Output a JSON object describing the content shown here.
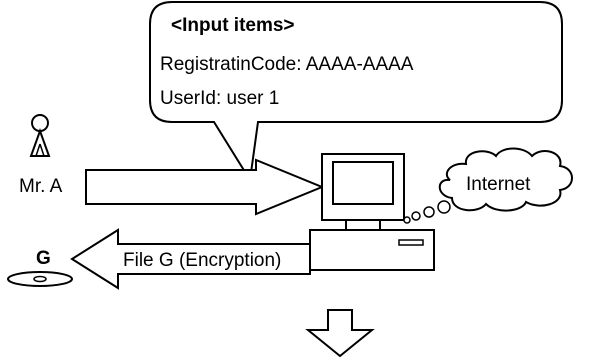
{
  "callout": {
    "heading": "<Input items>",
    "line1": "RegistratinCode: AAAA-AAAA",
    "line2": "UserId: user 1"
  },
  "person": {
    "label": "Mr. A"
  },
  "cloud": {
    "label": "Internet"
  },
  "output_arrow": {
    "label": "File G (Encryption)"
  },
  "disc": {
    "label": "G"
  },
  "colors": {
    "stroke": "#000000",
    "fill": "#ffffff"
  }
}
